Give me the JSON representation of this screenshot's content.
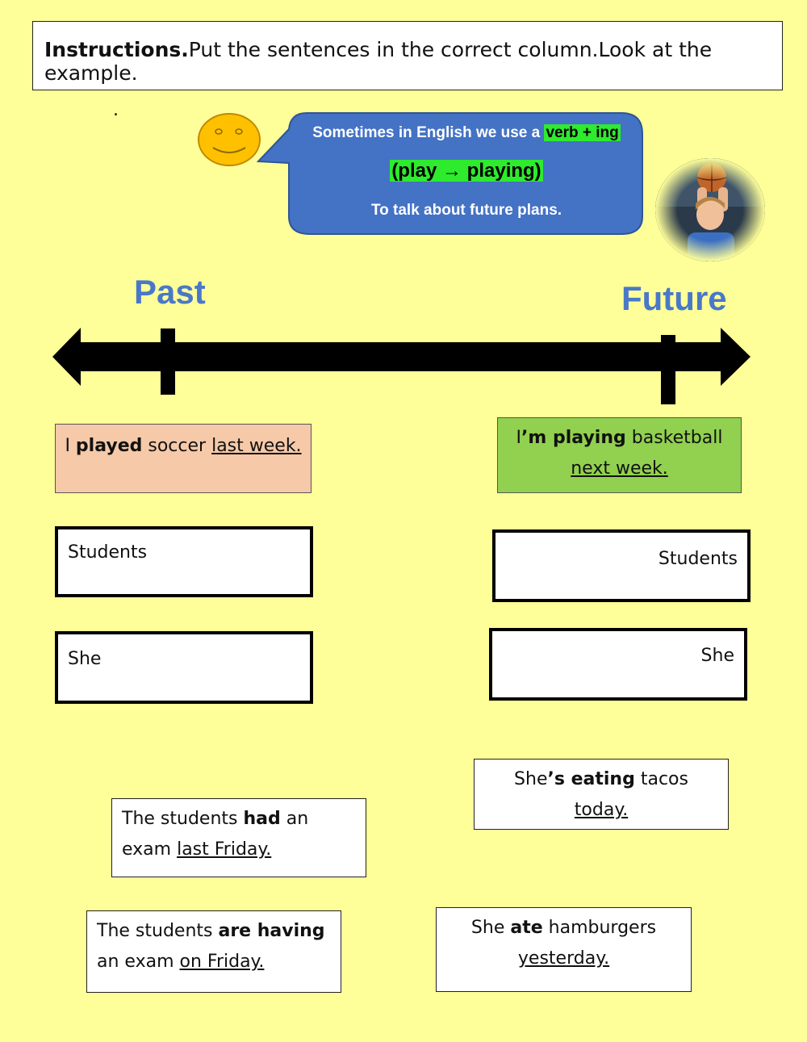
{
  "instructions": {
    "bold": "Instructions.",
    "text": "Put the sentences in the correct column.Look at the example."
  },
  "stray_mark": ".",
  "bubble": {
    "line1_pre": "Sometimes in English we use a ",
    "line1_highlight": "verb + ing",
    "line2": "(play → playing)",
    "line3": "To talk about future plans."
  },
  "timeline": {
    "past_label": "Past",
    "future_label": "Future"
  },
  "examples": {
    "past": {
      "pre": "I ",
      "verb": "played",
      "mid": " soccer ",
      "time": "last week."
    },
    "future": {
      "pre": "I",
      "verb": "’m playing",
      "mid": " basketball ",
      "time": "next week."
    }
  },
  "drop_slots": {
    "past": [
      "Students",
      "She"
    ],
    "future": [
      "Students",
      "She"
    ]
  },
  "sentences": [
    {
      "pre": "She",
      "verb": "’s eating",
      "mid": " tacos ",
      "time": "today."
    },
    {
      "pre": "The students ",
      "verb": "had",
      "mid": " an exam ",
      "time": "last Friday."
    },
    {
      "pre": "The students ",
      "verb": "are having",
      "mid": " an exam ",
      "time": "on Friday."
    },
    {
      "pre": "She ",
      "verb": "ate",
      "mid": " hamburgers ",
      "time": "yesterday."
    }
  ],
  "colors": {
    "page_background": "#ffff99",
    "bubble": "#4472c4",
    "highlight": "#2eeb2e",
    "past_example": "#f6c9a8",
    "future_example": "#92d050",
    "timeline_labels": "#4a78c8"
  },
  "icons": {
    "smiley": "smiley-face-icon",
    "photo": "basketball-player-photo"
  }
}
